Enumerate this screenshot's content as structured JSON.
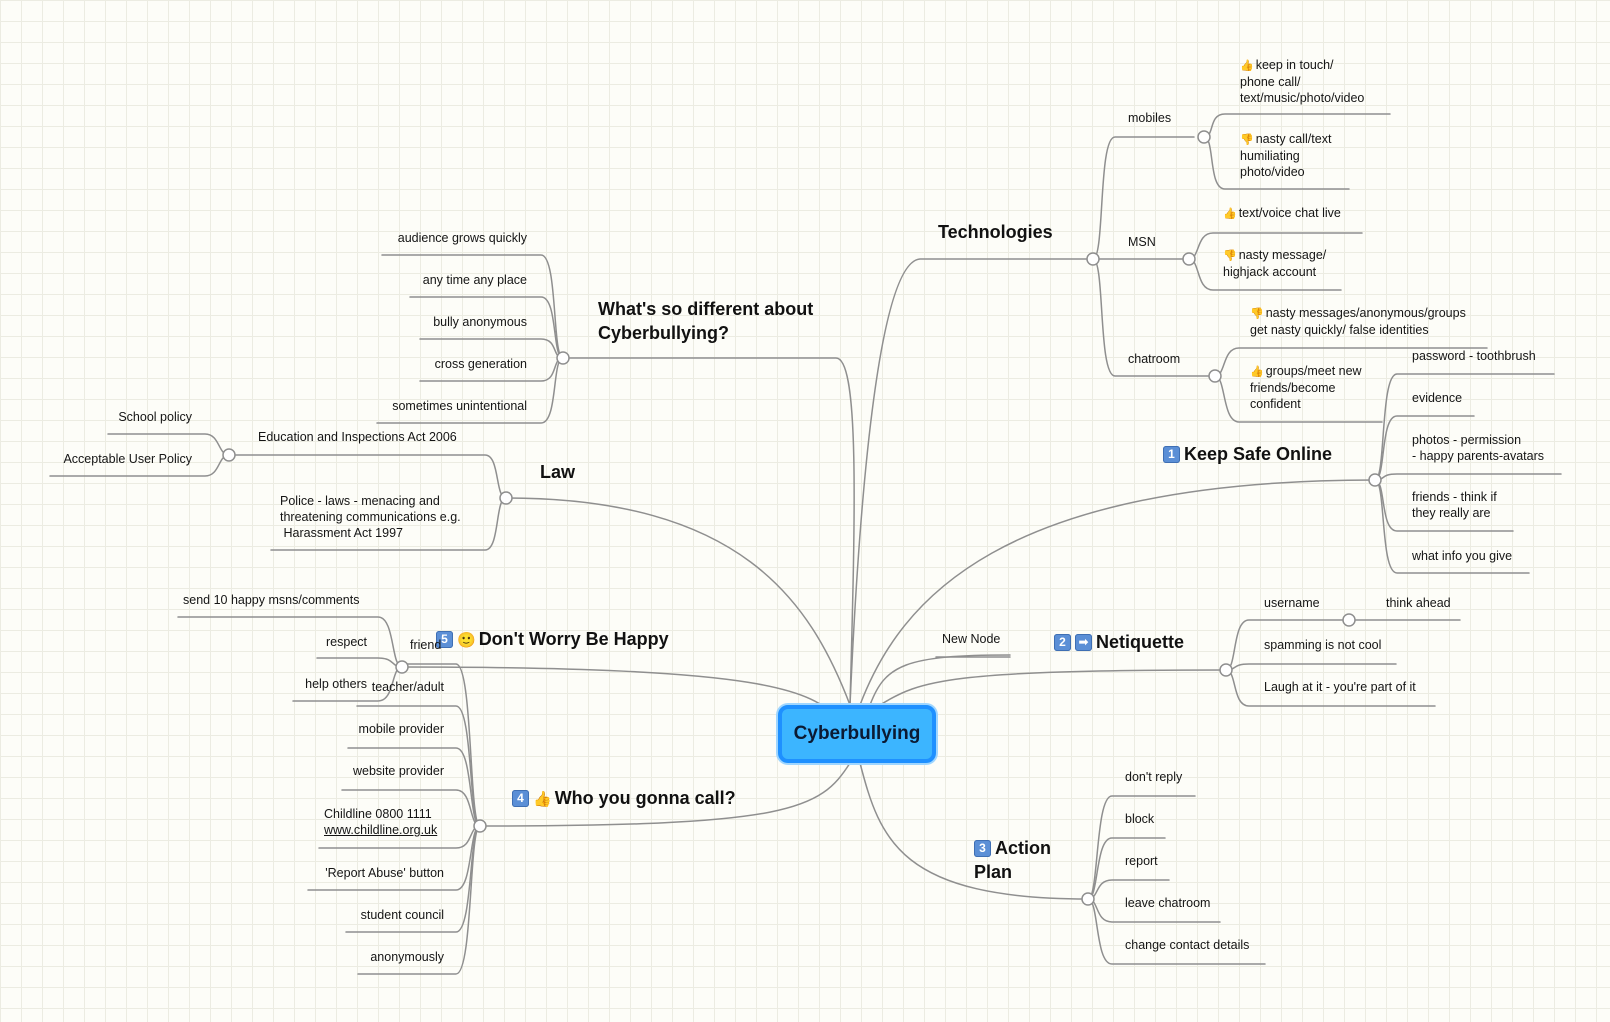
{
  "central": "Cyberbullying",
  "technologies": {
    "title": "Technologies",
    "mobiles": {
      "label": "mobiles",
      "up": "keep in touch/\nphone call/\ntext/music/photo/video",
      "down": "nasty call/text\nhumiliating\nphoto/video"
    },
    "msn": {
      "label": "MSN",
      "up": "text/voice chat live",
      "down": "nasty message/\nhighjack account"
    },
    "chatroom": {
      "label": "chatroom",
      "down": "nasty messages/anonymous/groups\nget nasty quickly/ false identities",
      "up": "groups/meet new\nfriends/become\nconfident"
    }
  },
  "different": {
    "title": "What's so different about\nCyberbullying?",
    "items": [
      "audience grows quickly",
      "any time any place",
      "bully anonymous",
      "cross generation",
      "sometimes unintentional"
    ]
  },
  "law": {
    "title": "Law",
    "act": "Education and Inspections Act 2006",
    "act_children": [
      "School policy",
      "Acceptable User Policy"
    ],
    "police": "Police - laws - menacing and\nthreatening communications e.g.\n Harassment Act 1997"
  },
  "keep_safe": {
    "badge": "1",
    "title": "Keep Safe Online",
    "items": [
      "password - toothbrush",
      "evidence",
      "photos - permission\n- happy parents-avatars",
      "friends - think if\nthey really are",
      "what info you give"
    ]
  },
  "netiquette": {
    "badge": "2",
    "icon": "➡",
    "title": "Netiquette",
    "username": "username",
    "think_ahead": "think ahead",
    "items": [
      "spamming is not cool",
      "Laugh at it - you're part of it"
    ]
  },
  "new_node": "New Node",
  "action_plan": {
    "badge": "3",
    "title": "Action\nPlan",
    "items": [
      "don't reply",
      "block",
      "report",
      "leave chatroom",
      "change contact details"
    ]
  },
  "who_call": {
    "badge": "4",
    "title": "Who you gonna call?",
    "friend": "friend",
    "friend_children": [
      "send 10 happy msns/comments",
      "respect",
      "help others"
    ],
    "items": [
      "teacher/adult",
      "mobile provider",
      "website provider"
    ],
    "childline": "Childline 0800 1111",
    "childline_url": "www.childline.org.uk",
    "items2": [
      "'Report Abuse' button",
      "student council",
      "anonymously"
    ]
  },
  "dont_worry": {
    "badge": "5",
    "title": "Don't Worry Be Happy"
  }
}
